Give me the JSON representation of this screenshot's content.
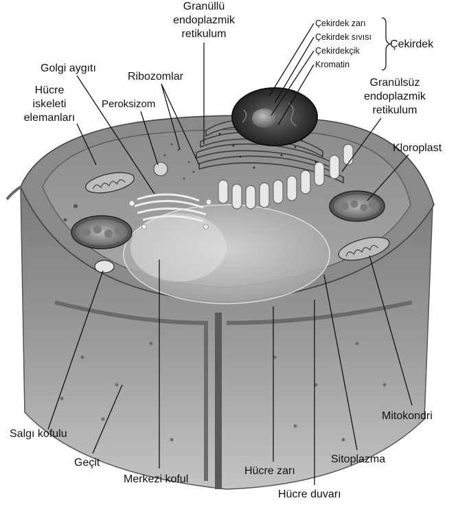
{
  "labels": {
    "granullu_er": [
      "Granüllü",
      "endoplazmik",
      "retikulum"
    ],
    "cekirdek_zari": "Çekirdek zarı",
    "cekirdek_sivisi": "Çekirdek sıvısı",
    "cekirdekcik": "Çekirdekçik",
    "kromatin": "Kromatin",
    "cekirdek": "Çekirdek",
    "golgi": "Golgi aygıtı",
    "ribozomlar": "Ribozomlar",
    "peroksizom": "Peroksizom",
    "hucre_iskeleti": [
      "Hücre",
      "iskeleti",
      "elemanları"
    ],
    "granulsuz_er": [
      "Granülsüz",
      "endoplazmik",
      "retikulum"
    ],
    "kloroplast": "Kloroplast",
    "mitokondri": "Mitokondri",
    "salgi_kofulu": "Salgı kofulu",
    "gecit": "Geçit",
    "merkezi_koful": "Merkezi koful",
    "hucre_zari": "Hücre zarı",
    "sitoplazma": "Sitoplazma",
    "hucre_duvari": "Hücre duvarı"
  }
}
